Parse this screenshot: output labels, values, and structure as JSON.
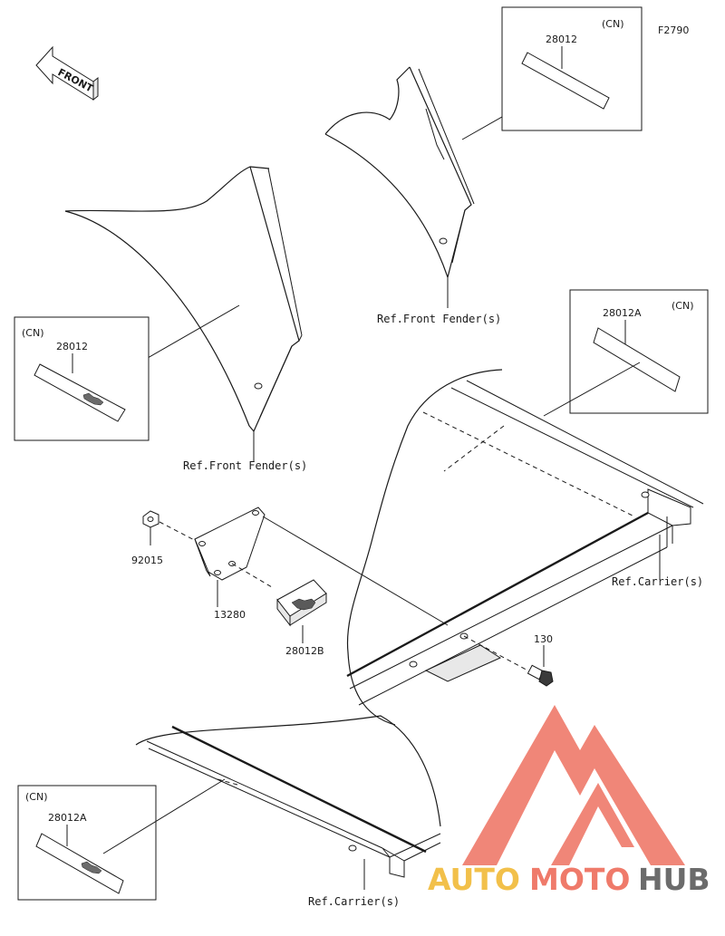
{
  "figure_code": "F2790",
  "front_arrow": {
    "label": "FRONT",
    "icon": "front-arrow-icon"
  },
  "callouts": {
    "sticker_front_left": {
      "variant": "(CN)",
      "part": "28012"
    },
    "sticker_front_right": {
      "variant": "(CN)",
      "part": "28012"
    },
    "sticker_carrier_right": {
      "variant": "(CN)",
      "part": "28012A"
    },
    "sticker_carrier_left": {
      "variant": "(CN)",
      "part": "28012A"
    }
  },
  "ref_labels": {
    "front_fender_left": "Ref.Front Fender(s)",
    "front_fender_right": "Ref.Front Fender(s)",
    "carrier_right": "Ref.Carrier(s)",
    "carrier_bottom": "Ref.Carrier(s)"
  },
  "parts": {
    "nut": "92015",
    "bracket": "13280",
    "plate": "28012B",
    "bolt": "130"
  },
  "watermark": {
    "part1": "AUTO",
    "part2": "MOTO",
    "part3": "HUB",
    "colors": {
      "auto": "#f2c04a",
      "moto": "#ef7a6a",
      "hub": "#6b6b6b",
      "triangle": "#ef7a6a"
    }
  }
}
